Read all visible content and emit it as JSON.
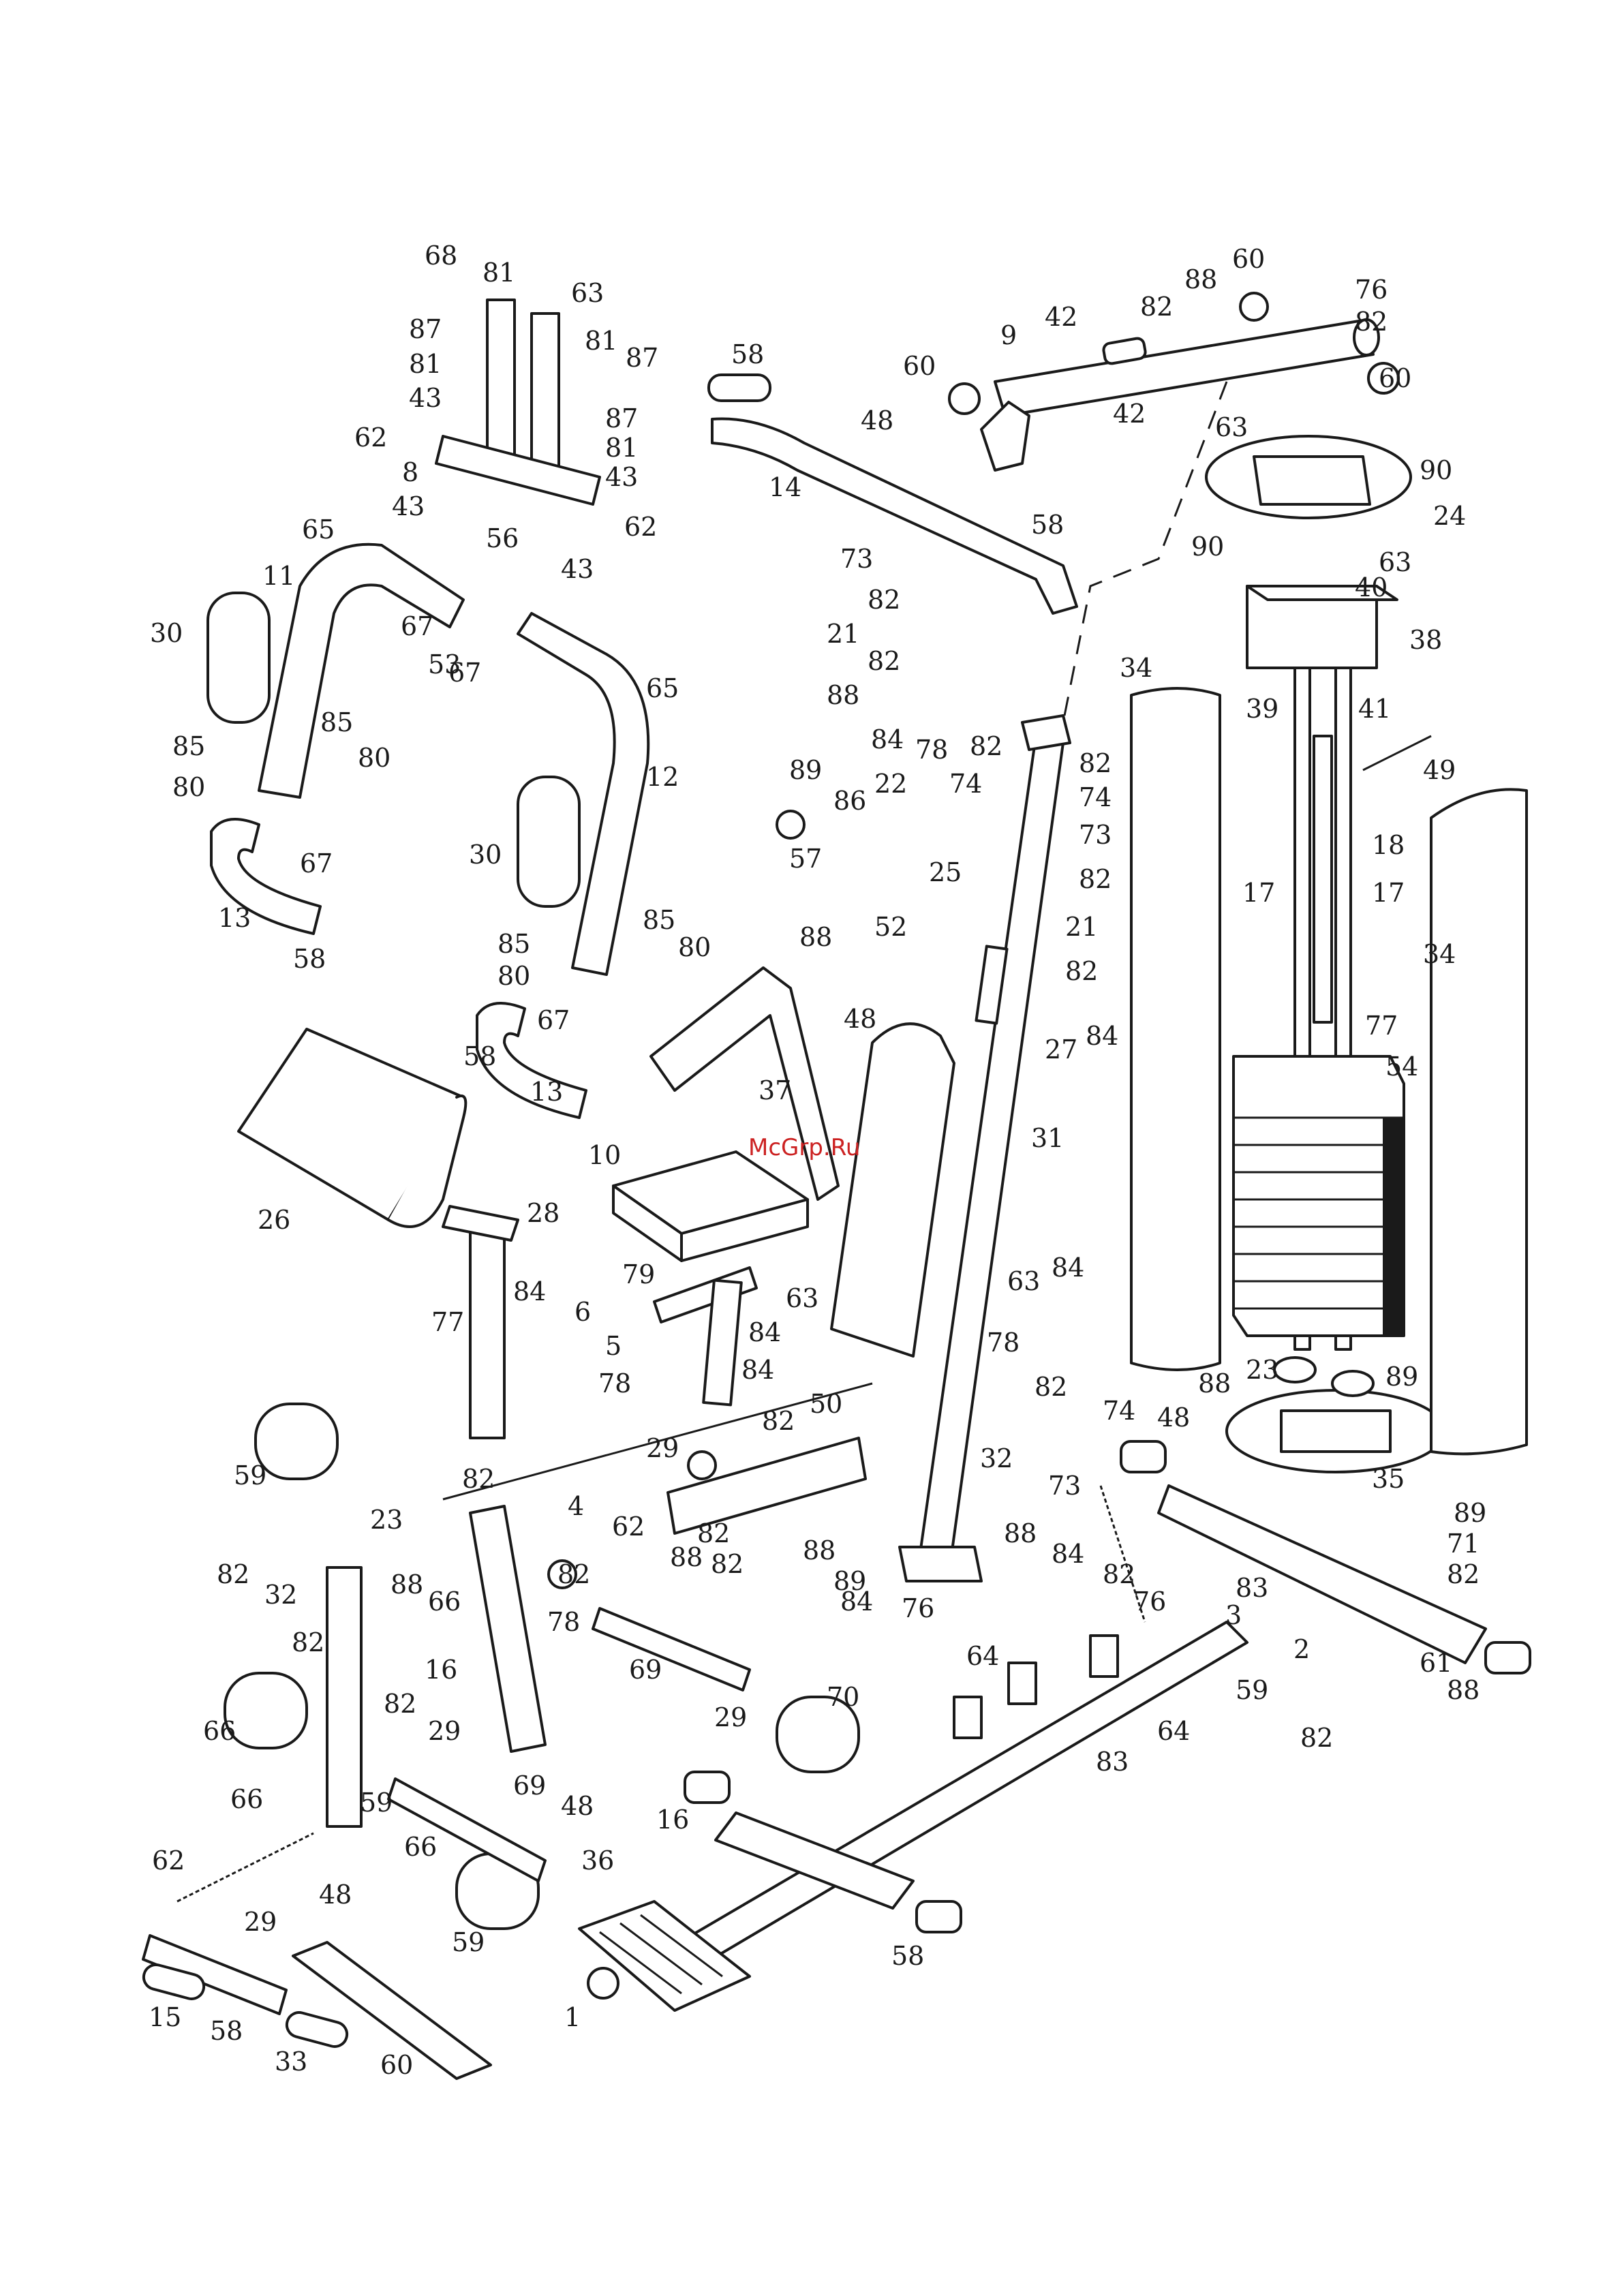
{
  "watermark": "McGrp.Ru",
  "labels": [
    {
      "id": "l68",
      "t": "68"
    },
    {
      "id": "l81a",
      "t": "81"
    },
    {
      "id": "l63a",
      "t": "63"
    },
    {
      "id": "l87a",
      "t": "87"
    },
    {
      "id": "l81b",
      "t": "81"
    },
    {
      "id": "l43a",
      "t": "43"
    },
    {
      "id": "l62a",
      "t": "62"
    },
    {
      "id": "l8",
      "t": "8"
    },
    {
      "id": "l81c",
      "t": "81"
    },
    {
      "id": "l87b",
      "t": "87"
    },
    {
      "id": "l87c",
      "t": "87"
    },
    {
      "id": "l81d",
      "t": "81"
    },
    {
      "id": "l43b",
      "t": "43"
    },
    {
      "id": "l43c",
      "t": "43"
    },
    {
      "id": "l62b",
      "t": "62"
    },
    {
      "id": "l65a",
      "t": "65"
    },
    {
      "id": "l56",
      "t": "56"
    },
    {
      "id": "l43d",
      "t": "43"
    },
    {
      "id": "l11",
      "t": "11"
    },
    {
      "id": "l67a",
      "t": "67"
    },
    {
      "id": "l53",
      "t": "53"
    },
    {
      "id": "l30a",
      "t": "30"
    },
    {
      "id": "l67b",
      "t": "67"
    },
    {
      "id": "l65b",
      "t": "65"
    },
    {
      "id": "l85a",
      "t": "85"
    },
    {
      "id": "l85b",
      "t": "85"
    },
    {
      "id": "l80a",
      "t": "80"
    },
    {
      "id": "l80b",
      "t": "80"
    },
    {
      "id": "l67c",
      "t": "67"
    },
    {
      "id": "l12",
      "t": "12"
    },
    {
      "id": "l13a",
      "t": "13"
    },
    {
      "id": "l58a",
      "t": "58"
    },
    {
      "id": "l30b",
      "t": "30"
    },
    {
      "id": "l85c",
      "t": "85"
    },
    {
      "id": "l85d",
      "t": "85"
    },
    {
      "id": "l80c",
      "t": "80"
    },
    {
      "id": "l80d",
      "t": "80"
    },
    {
      "id": "l58b",
      "t": "58"
    },
    {
      "id": "l67d",
      "t": "67"
    },
    {
      "id": "l13b",
      "t": "13"
    },
    {
      "id": "l58c",
      "t": "58"
    },
    {
      "id": "l14",
      "t": "14"
    },
    {
      "id": "l48a",
      "t": "48"
    },
    {
      "id": "l60a",
      "t": "60"
    },
    {
      "id": "l9",
      "t": "9"
    },
    {
      "id": "l42a",
      "t": "42"
    },
    {
      "id": "l82a",
      "t": "82"
    },
    {
      "id": "l88a",
      "t": "88"
    },
    {
      "id": "l60b",
      "t": "60"
    },
    {
      "id": "l76a",
      "t": "76"
    },
    {
      "id": "l82b",
      "t": "82"
    },
    {
      "id": "l60c",
      "t": "60"
    },
    {
      "id": "l42b",
      "t": "42"
    },
    {
      "id": "l63b",
      "t": "63"
    },
    {
      "id": "l90a",
      "t": "90"
    },
    {
      "id": "l24",
      "t": "24"
    },
    {
      "id": "l90b",
      "t": "90"
    },
    {
      "id": "l63c",
      "t": "63"
    },
    {
      "id": "l58d",
      "t": "58"
    },
    {
      "id": "l40",
      "t": "40"
    },
    {
      "id": "l38",
      "t": "38"
    },
    {
      "id": "l73a",
      "t": "73"
    },
    {
      "id": "l82c",
      "t": "82"
    },
    {
      "id": "l21a",
      "t": "21"
    },
    {
      "id": "l82d",
      "t": "82"
    },
    {
      "id": "l88b",
      "t": "88"
    },
    {
      "id": "l34a",
      "t": "34"
    },
    {
      "id": "l39",
      "t": "39"
    },
    {
      "id": "l41",
      "t": "41"
    },
    {
      "id": "l49",
      "t": "49"
    },
    {
      "id": "l82e",
      "t": "82"
    },
    {
      "id": "l84a",
      "t": "84"
    },
    {
      "id": "l78a",
      "t": "78"
    },
    {
      "id": "l89a",
      "t": "89"
    },
    {
      "id": "l74a",
      "t": "74"
    },
    {
      "id": "l82f",
      "t": "82"
    },
    {
      "id": "l74b",
      "t": "74"
    },
    {
      "id": "l22",
      "t": "22"
    },
    {
      "id": "l86",
      "t": "86"
    },
    {
      "id": "l57",
      "t": "57"
    },
    {
      "id": "l73b",
      "t": "73"
    },
    {
      "id": "l18",
      "t": "18"
    },
    {
      "id": "l17a",
      "t": "17"
    },
    {
      "id": "l17b",
      "t": "17"
    },
    {
      "id": "l34b",
      "t": "34"
    },
    {
      "id": "l82g",
      "t": "82"
    },
    {
      "id": "l25",
      "t": "25"
    },
    {
      "id": "l52",
      "t": "52"
    },
    {
      "id": "l21b",
      "t": "21"
    },
    {
      "id": "l82h",
      "t": "82"
    },
    {
      "id": "l88c",
      "t": "88"
    },
    {
      "id": "l48b",
      "t": "48"
    },
    {
      "id": "l27",
      "t": "27"
    },
    {
      "id": "l84b",
      "t": "84"
    },
    {
      "id": "l77a",
      "t": "77"
    },
    {
      "id": "l54",
      "t": "54"
    },
    {
      "id": "l37",
      "t": "37"
    },
    {
      "id": "l31",
      "t": "31"
    },
    {
      "id": "l10",
      "t": "10"
    },
    {
      "id": "l26",
      "t": "26"
    },
    {
      "id": "l28",
      "t": "28"
    },
    {
      "id": "l84c",
      "t": "84"
    },
    {
      "id": "l79",
      "t": "79"
    },
    {
      "id": "l6",
      "t": "6"
    },
    {
      "id": "l63d",
      "t": "63"
    },
    {
      "id": "l63e",
      "t": "63"
    },
    {
      "id": "l84d",
      "t": "84"
    },
    {
      "id": "l77b",
      "t": "77"
    },
    {
      "id": "l5",
      "t": "5"
    },
    {
      "id": "l84e",
      "t": "84"
    },
    {
      "id": "l84f",
      "t": "84"
    },
    {
      "id": "l78b",
      "t": "78"
    },
    {
      "id": "l78c",
      "t": "78"
    },
    {
      "id": "l82i",
      "t": "82"
    },
    {
      "id": "l88d",
      "t": "88"
    },
    {
      "id": "l23a",
      "t": "23"
    },
    {
      "id": "l89b",
      "t": "89"
    },
    {
      "id": "l50",
      "t": "50"
    },
    {
      "id": "l82j",
      "t": "82"
    },
    {
      "id": "l74c",
      "t": "74"
    },
    {
      "id": "l48c",
      "t": "48"
    },
    {
      "id": "l59a",
      "t": "59"
    },
    {
      "id": "l29a",
      "t": "29"
    },
    {
      "id": "l32a",
      "t": "32"
    },
    {
      "id": "l82k",
      "t": "82"
    },
    {
      "id": "l4",
      "t": "4"
    },
    {
      "id": "l73c",
      "t": "73"
    },
    {
      "id": "l35",
      "t": "35"
    },
    {
      "id": "l89c",
      "t": "89"
    },
    {
      "id": "l23b",
      "t": "23"
    },
    {
      "id": "l62c",
      "t": "62"
    },
    {
      "id": "l82l",
      "t": "82"
    },
    {
      "id": "l88e",
      "t": "88"
    },
    {
      "id": "l82m",
      "t": "82"
    },
    {
      "id": "l88f",
      "t": "88"
    },
    {
      "id": "l89d",
      "t": "89"
    },
    {
      "id": "l88g",
      "t": "88"
    },
    {
      "id": "l71",
      "t": "71"
    },
    {
      "id": "l82n",
      "t": "82"
    },
    {
      "id": "l32b",
      "t": "32"
    },
    {
      "id": "l82o",
      "t": "82"
    },
    {
      "id": "l84g",
      "t": "84"
    },
    {
      "id": "l84h",
      "t": "84"
    },
    {
      "id": "l82p",
      "t": "82"
    },
    {
      "id": "l83a",
      "t": "83"
    },
    {
      "id": "l82q",
      "t": "82"
    },
    {
      "id": "l88h",
      "t": "88"
    },
    {
      "id": "l66a",
      "t": "66"
    },
    {
      "id": "l78d",
      "t": "78"
    },
    {
      "id": "l76b",
      "t": "76"
    },
    {
      "id": "l3",
      "t": "3"
    },
    {
      "id": "l82r",
      "t": "82"
    },
    {
      "id": "l76c",
      "t": "76"
    },
    {
      "id": "l2",
      "t": "2"
    },
    {
      "id": "l61",
      "t": "61"
    },
    {
      "id": "l16a",
      "t": "16"
    },
    {
      "id": "l69a",
      "t": "69"
    },
    {
      "id": "l64a",
      "t": "64"
    },
    {
      "id": "l59b",
      "t": "59"
    },
    {
      "id": "l88i",
      "t": "88"
    },
    {
      "id": "l82s",
      "t": "82"
    },
    {
      "id": "l29b",
      "t": "29"
    },
    {
      "id": "l66b",
      "t": "66"
    },
    {
      "id": "l29c",
      "t": "29"
    },
    {
      "id": "l70",
      "t": "70"
    },
    {
      "id": "l83b",
      "t": "83"
    },
    {
      "id": "l64b",
      "t": "64"
    },
    {
      "id": "l82t",
      "t": "82"
    },
    {
      "id": "l69b",
      "t": "69"
    },
    {
      "id": "l48d",
      "t": "48"
    },
    {
      "id": "l66c",
      "t": "66"
    },
    {
      "id": "l59c",
      "t": "59"
    },
    {
      "id": "l16b",
      "t": "16"
    },
    {
      "id": "l66d",
      "t": "66"
    },
    {
      "id": "l36",
      "t": "36"
    },
    {
      "id": "l62d",
      "t": "62"
    },
    {
      "id": "l48e",
      "t": "48"
    },
    {
      "id": "l29d",
      "t": "29"
    },
    {
      "id": "l59d",
      "t": "59"
    },
    {
      "id": "l58e",
      "t": "58"
    },
    {
      "id": "l15",
      "t": "15"
    },
    {
      "id": "l58f",
      "t": "58"
    },
    {
      "id": "l33",
      "t": "33"
    },
    {
      "id": "l60d",
      "t": "60"
    },
    {
      "id": "l1",
      "t": "1"
    }
  ]
}
